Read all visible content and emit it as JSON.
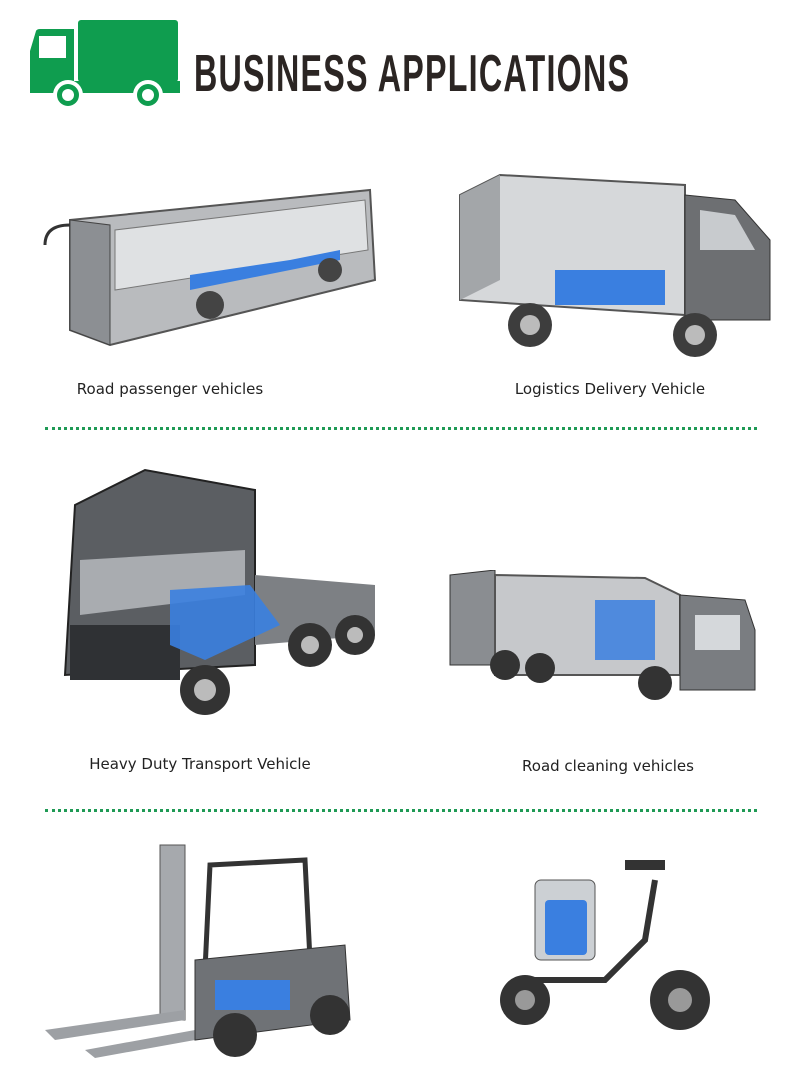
{
  "header": {
    "title": "BUSINESS APPLICATIONS",
    "icon": "truck-icon",
    "accent_color": "#0f9d4f"
  },
  "applications": [
    {
      "label": "Road passenger vehicles",
      "icon": "bus-image"
    },
    {
      "label": "Logistics Delivery Vehicle",
      "icon": "delivery-truck-image"
    },
    {
      "label": "Heavy Duty Transport Vehicle",
      "icon": "semi-truck-image"
    },
    {
      "label": "Road cleaning vehicles",
      "icon": "cleaning-truck-image"
    },
    {
      "icon": "forklift-image"
    },
    {
      "icon": "scooter-image"
    }
  ],
  "colors": {
    "battery": "#3a7fe0",
    "body": "#6d6f72",
    "divider": "#1f9a55"
  }
}
